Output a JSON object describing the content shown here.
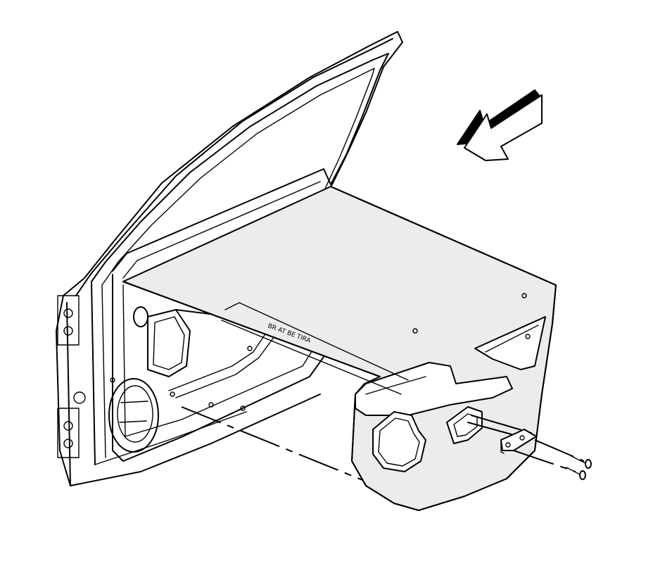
{
  "diagram": {
    "colors": {
      "line": "#000000",
      "panel_fill": "#ececec",
      "background": "#ffffff"
    },
    "arrow_direction": "down-left",
    "components": [
      {
        "name": "door-frame",
        "icon": "door-frame-icon"
      },
      {
        "name": "door-trim-panel",
        "icon": "trim-panel-icon"
      },
      {
        "name": "pull-handle-bracket",
        "icon": "bracket-icon"
      },
      {
        "name": "screw",
        "icon": "screw-icon"
      }
    ],
    "imprint_text": "BR AT BE TIRA"
  }
}
